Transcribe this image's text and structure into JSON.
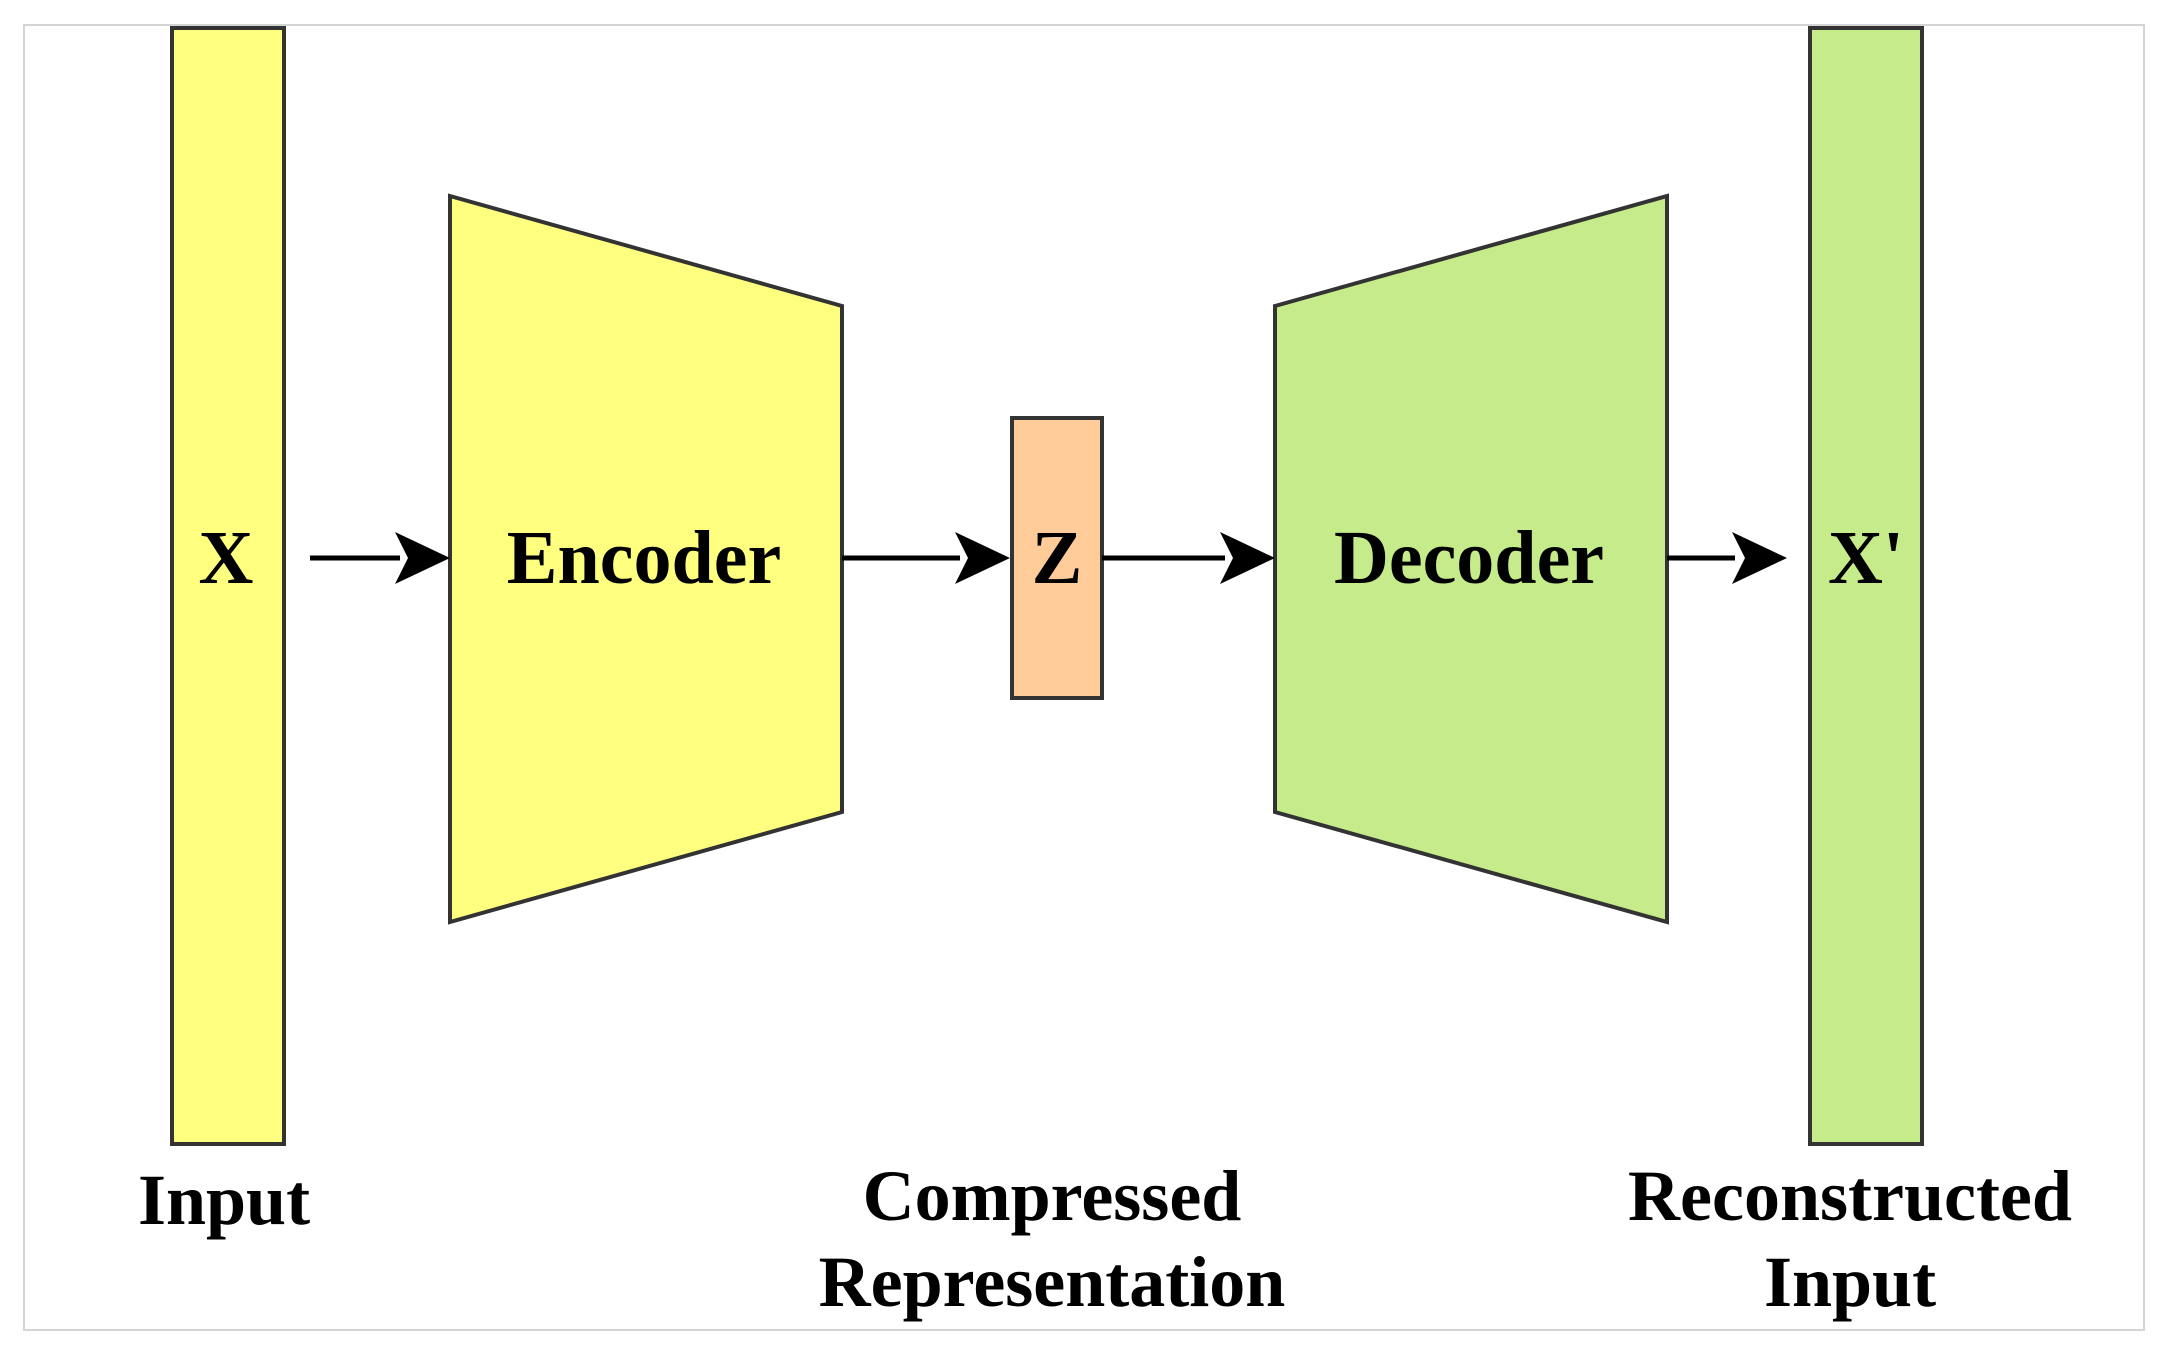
{
  "blocks": {
    "input": {
      "label": "X",
      "caption": "Input",
      "color": "#ffff7f"
    },
    "encoder": {
      "label": "Encoder",
      "color": "#ffff7f"
    },
    "latent": {
      "label": "Z",
      "caption_line1": "Compressed",
      "caption_line2": "Representation",
      "color": "#ffcc99"
    },
    "decoder": {
      "label": "Decoder",
      "color": "#c5eb8a"
    },
    "output": {
      "label": "X'",
      "caption_line1": "Reconstructed",
      "caption_line2": "Input",
      "color": "#c5eb8a"
    }
  },
  "colors": {
    "border": "#333333",
    "frame": "#d4d4d4",
    "arrow": "#000000"
  },
  "icons": [
    "arrow-right-icon"
  ]
}
